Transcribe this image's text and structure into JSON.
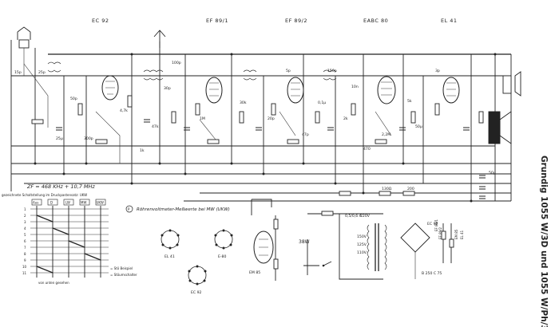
{
  "title": "Grundig 1055 W/3D und 1055 W/Ph/3D",
  "tubes": {
    "top": [
      "EC 92",
      "EF 89/1",
      "EF 89/2",
      "EABC 80",
      "EL 41"
    ],
    "magic_eye": "EM 85",
    "power_rectifier": "B 250 C 75"
  },
  "if_note": "ZF = 468 KHz + 10,7 MHz",
  "switch_table": {
    "caption": "gezeichnete Schaltstellung im Druckpastensatz: UKW",
    "headers": [
      "Aus",
      "D",
      "LW",
      "MW",
      "UKW"
    ],
    "rows": [
      "1",
      "2",
      "3",
      "4",
      "5",
      "6",
      "7",
      "8",
      "9",
      "10",
      "11"
    ],
    "footer": "von unten gesehen",
    "legend_a": "= Stö Beispiel",
    "legend_b": "= Stöumschalter"
  },
  "measure_note": "Röhrenvoltmeter-Meßwerte bei MW (UKW)",
  "measure_marker": "P",
  "pinouts": [
    "EL 41",
    "E-80",
    "EC 92"
  ],
  "mains": {
    "voltages": [
      "220V",
      "150V",
      "125V",
      "110V"
    ],
    "power": "38W",
    "fuse": "0,5/0,6 A",
    "rectifier_tube": "EC 92",
    "tube_tags": [
      "EF 89/1",
      "EF 89/2",
      "EM 85",
      "EL 41"
    ]
  },
  "component_labels": [
    "15p",
    "25p",
    "100p",
    "50p",
    "4,7k",
    "47k",
    "30p",
    "1M",
    "20p",
    "5p",
    "0,1µ",
    "2k",
    "470",
    "50µ",
    "3p",
    "300p",
    "25µ",
    "30k",
    "10n",
    "1k",
    "2,2M",
    "47p",
    "5k",
    "150p",
    "130Ω",
    "200",
    "50µ"
  ]
}
